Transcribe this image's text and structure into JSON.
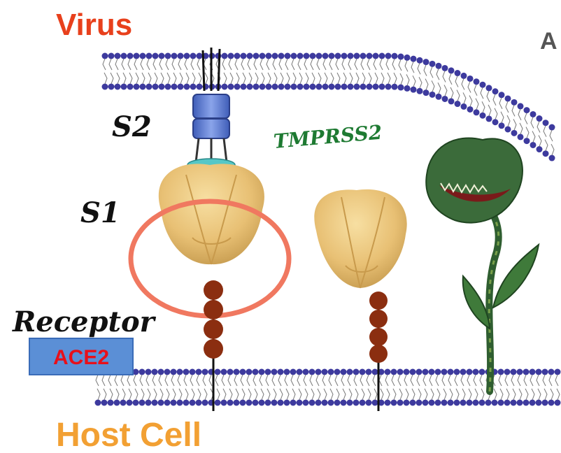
{
  "labels": {
    "virus": "Virus",
    "panel": "A",
    "s2": "S2",
    "s1": "S1",
    "tmprss2": "TMPRSS2",
    "receptor": "Receptor",
    "ace2": "ACE2",
    "host_cell": "Host Cell"
  },
  "colors": {
    "virus_label": "#e8401c",
    "host_label": "#f2a033",
    "tmprss2_label": "#1e7a32",
    "ace2_box": "#5b8fd6",
    "ace2_text": "#e8101a",
    "highlight_ring": "#f07860",
    "lipid_head": "#3d3a9e",
    "spike_body": "#e9c27a",
    "receptor_bead": "#8b2e10",
    "plant": "#2f5e30"
  }
}
